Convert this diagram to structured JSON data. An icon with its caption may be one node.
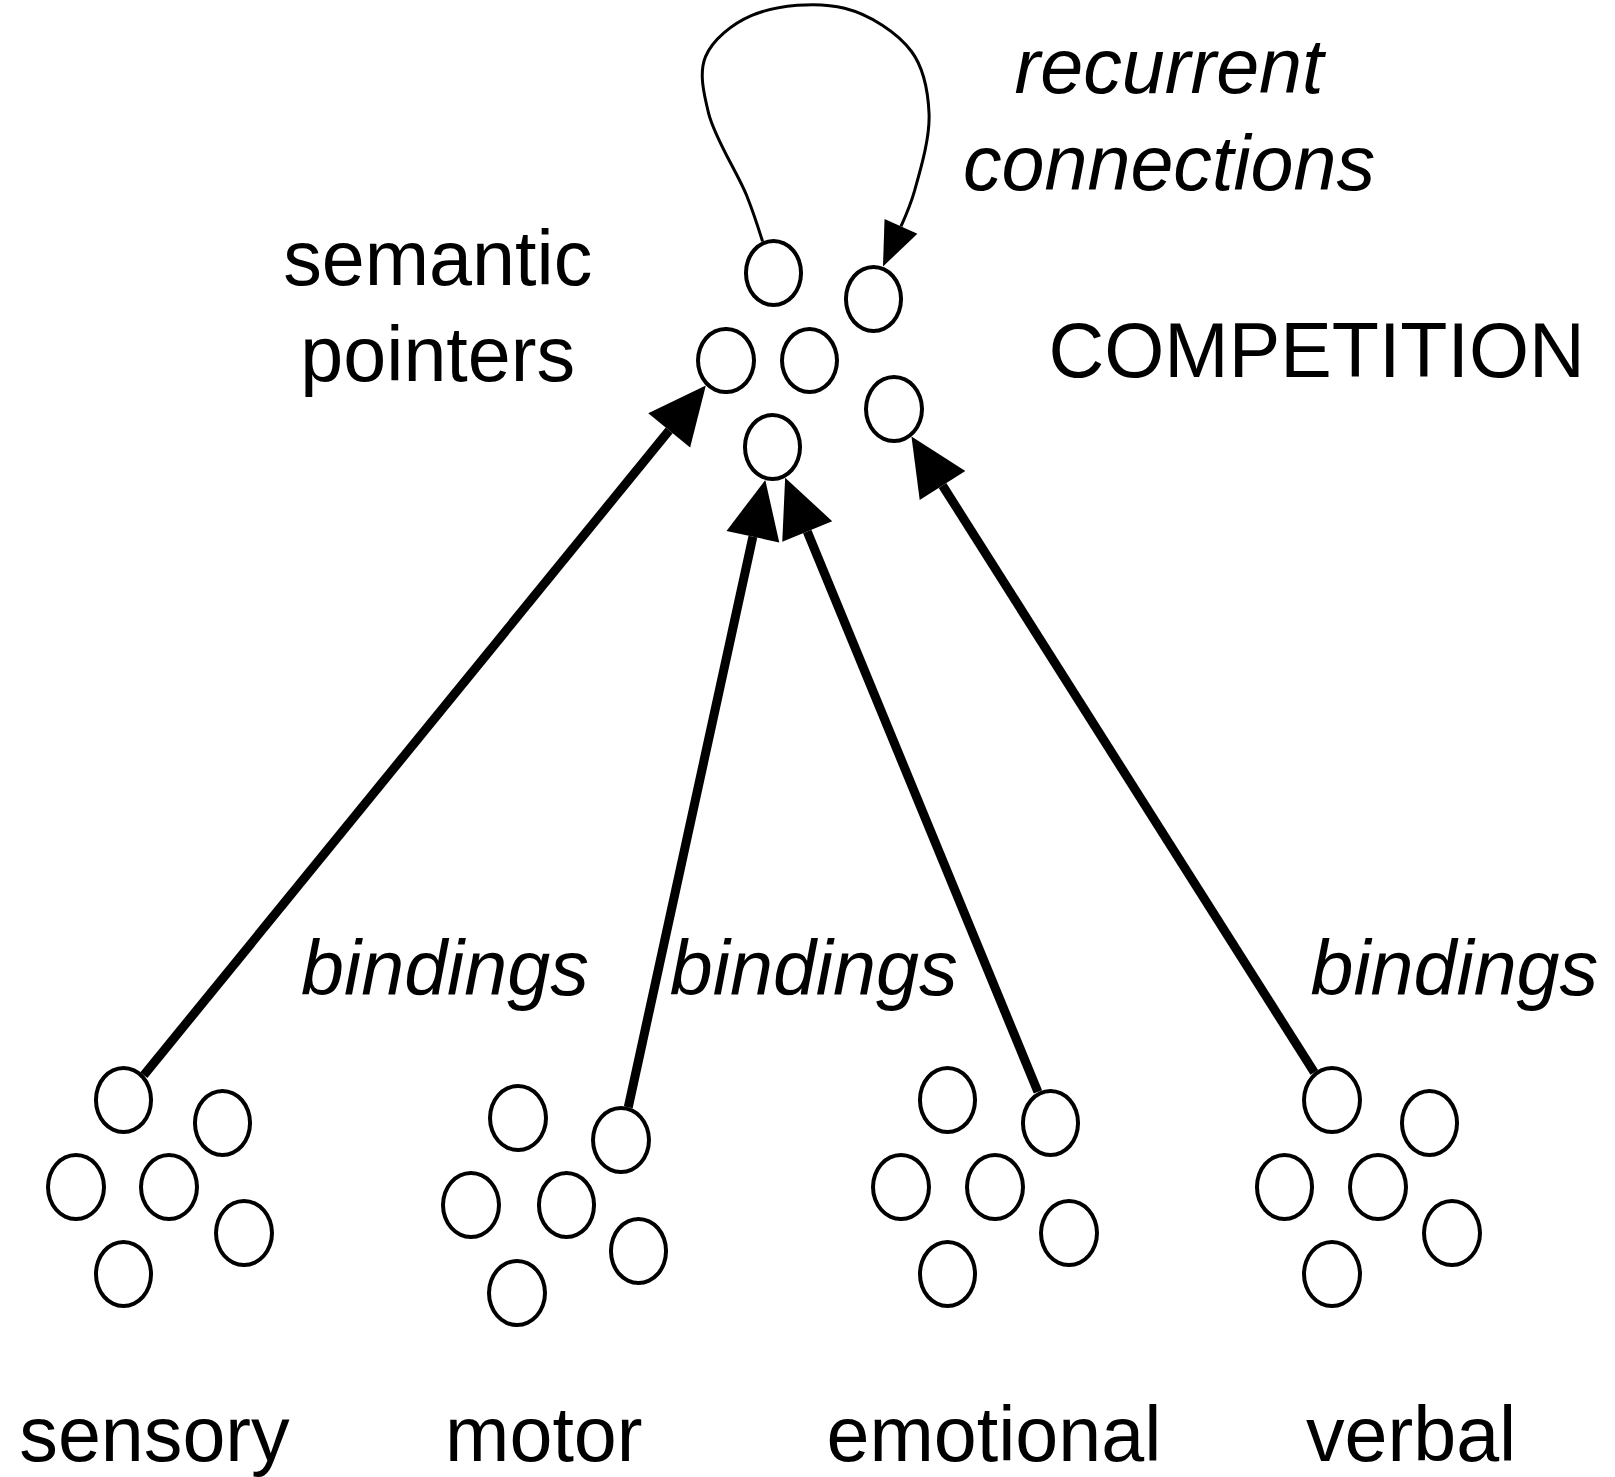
{
  "diagram": {
    "nodes": [
      {
        "text": [],
        "shape": "circle"
      },
      {
        "text": [],
        "shape": "circle"
      },
      {
        "text": [],
        "shape": "circle"
      },
      {
        "text": [],
        "shape": "circle"
      },
      {
        "text": [],
        "shape": "circle"
      },
      {
        "text": [],
        "shape": "circle"
      },
      {
        "text": [],
        "shape": "circle"
      },
      {
        "text": [],
        "shape": "circle"
      },
      {
        "text": [],
        "shape": "circle"
      },
      {
        "text": [],
        "shape": "circle"
      },
      {
        "text": [],
        "shape": "circle"
      },
      {
        "text": [],
        "shape": "circle"
      },
      {
        "text": [],
        "shape": "circle"
      },
      {
        "text": [],
        "shape": "circle"
      },
      {
        "text": [],
        "shape": "circle"
      },
      {
        "text": [],
        "shape": "circle"
      },
      {
        "text": [],
        "shape": "circle"
      },
      {
        "text": [],
        "shape": "circle"
      },
      {
        "text": [],
        "shape": "circle"
      },
      {
        "text": [],
        "shape": "circle"
      },
      {
        "text": [],
        "shape": "circle"
      },
      {
        "text": [],
        "shape": "circle"
      },
      {
        "text": [],
        "shape": "circle"
      },
      {
        "text": [],
        "shape": "circle"
      },
      {
        "text": [],
        "shape": "circle"
      },
      {
        "text": [],
        "shape": "circle"
      },
      {
        "text": [],
        "shape": "circle"
      },
      {
        "text": [],
        "shape": "circle"
      },
      {
        "text": [],
        "shape": "circle"
      },
      {
        "text": [],
        "shape": "circle"
      }
    ],
    "edges": [
      {
        "from": 0,
        "to": 1,
        "arrow": "to"
      },
      {
        "from": 6,
        "to": 2,
        "arrow": "to"
      },
      {
        "from": 13,
        "to": 5,
        "arrow": "to"
      },
      {
        "from": 19,
        "to": 5,
        "arrow": "to"
      },
      {
        "from": 24,
        "to": 4,
        "arrow": "to"
      }
    ],
    "labels": [
      "recurrent connections",
      "semantic pointers",
      "COMPETITION",
      "bindings",
      "bindings",
      "bindings",
      "sensory",
      "motor",
      "emotional",
      "verbal"
    ]
  }
}
